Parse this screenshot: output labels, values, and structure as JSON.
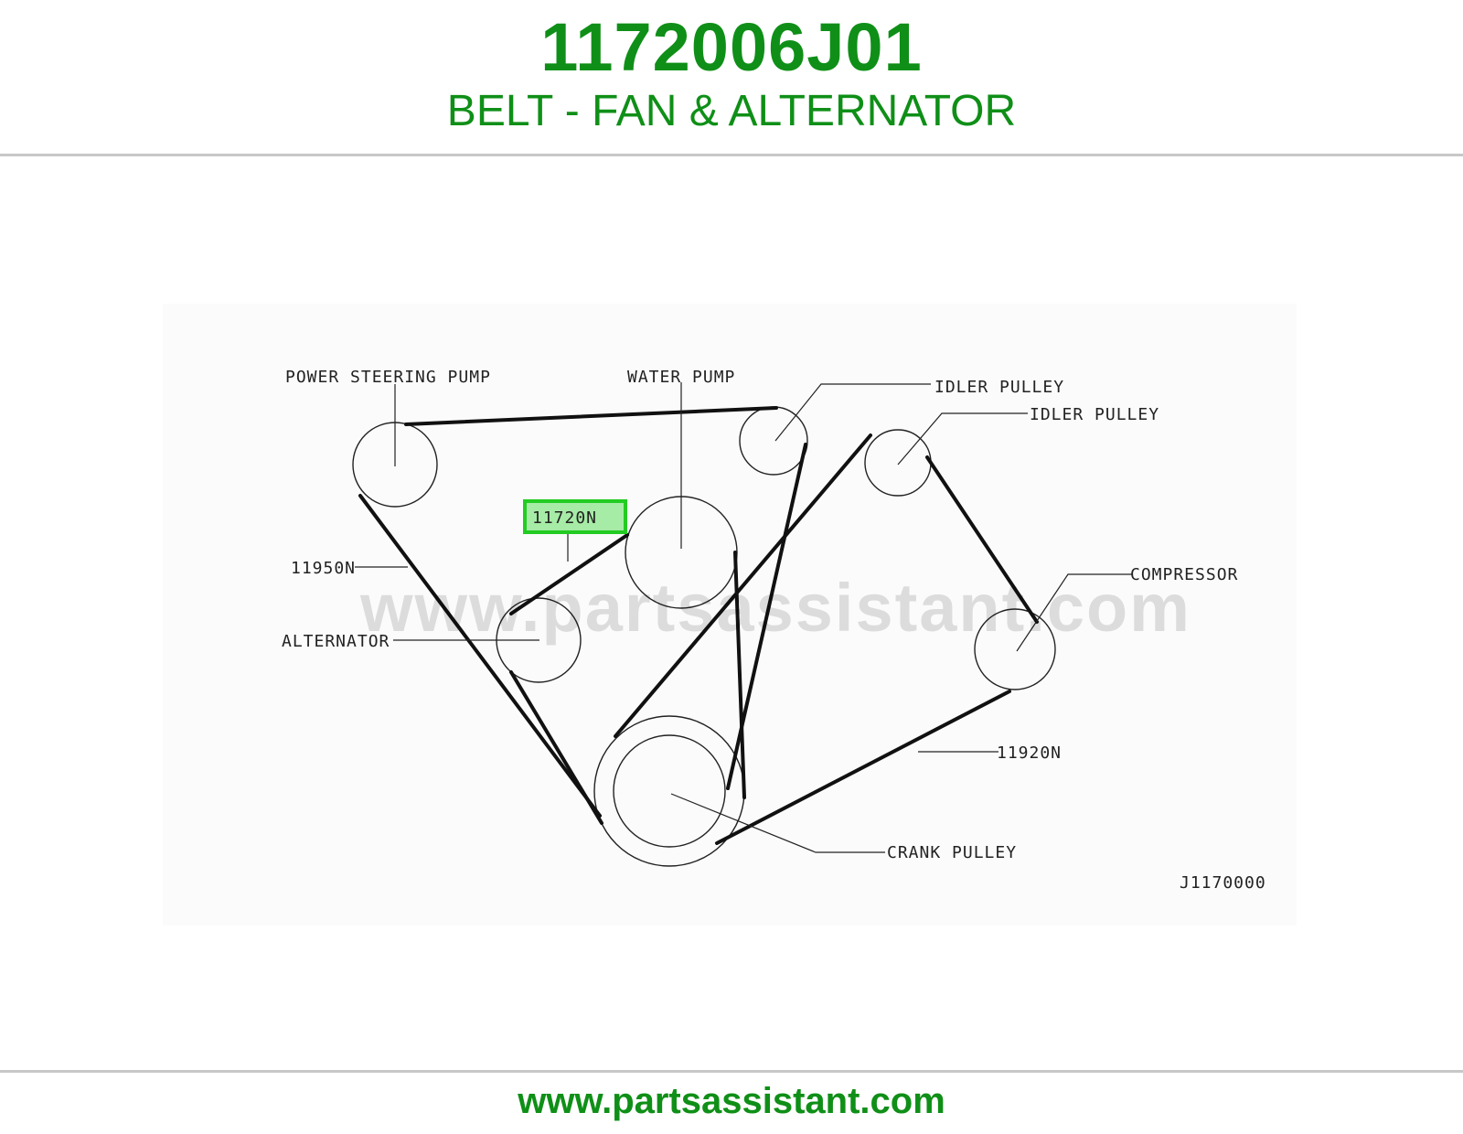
{
  "header": {
    "part_number": "1172006J01",
    "part_name": "BELT - FAN & ALTERNATOR"
  },
  "diagram": {
    "labels": {
      "power_steering_pump": "POWER STEERING PUMP",
      "water_pump": "WATER PUMP",
      "idler_pulley_1": "IDLER PULLEY",
      "idler_pulley_2": "IDLER PULLEY",
      "part_11720n": "11720N",
      "part_11950n": "11950N",
      "alternator": "ALTERNATOR",
      "compressor": "COMPRESSOR",
      "part_11920n": "11920N",
      "crank_pulley": "CRANK PULLEY",
      "figure_code": "J1170000"
    },
    "highlighted_part": "11720N",
    "watermark": "www.partsassistant.com"
  },
  "footer": {
    "url": "www.partsassistant.com"
  },
  "colors": {
    "brand_green": "#0f8f17",
    "highlight_green": "#22cc22",
    "highlight_fill": "#a6eba6"
  }
}
